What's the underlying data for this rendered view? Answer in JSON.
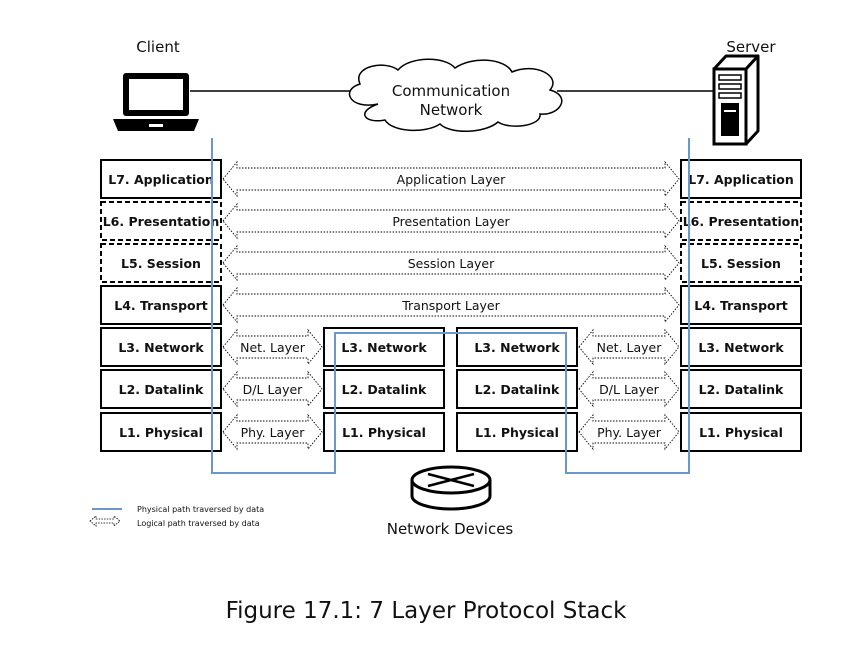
{
  "endpoints": {
    "client": "Client",
    "server": "Server"
  },
  "network_cloud": {
    "line1": "Communication",
    "line2": "Network"
  },
  "client_stack": [
    "L7. Application",
    "L6. Presentation",
    "L5. Session",
    "L4. Transport",
    "L3. Network",
    "L2. Datalink",
    "L1. Physical"
  ],
  "server_stack": [
    "L7. Application",
    "L6. Presentation",
    "L5. Session",
    "L4. Transport",
    "L3. Network",
    "L2. Datalink",
    "L1. Physical"
  ],
  "device1_stack": [
    "L3. Network",
    "L2. Datalink",
    "L1. Physical"
  ],
  "device2_stack": [
    "L3. Network",
    "L2. Datalink",
    "L1. Physical"
  ],
  "long_arrows": [
    "Application Layer",
    "Presentation Layer",
    "Session Layer",
    "Transport Layer"
  ],
  "short_arrows": [
    "Net. Layer",
    "D/L Layer",
    "Phy. Layer"
  ],
  "network_devices_label": "Network Devices",
  "legend": {
    "physical": "Physical path traversed by data",
    "logical": "Logical path traversed by data"
  },
  "caption": "Figure 17.1: 7 Layer Protocol Stack",
  "colors": {
    "physical_path": "#6a97cc",
    "stroke": "#111111"
  },
  "dashed_layers": [
    "L6. Presentation",
    "L5. Session"
  ]
}
